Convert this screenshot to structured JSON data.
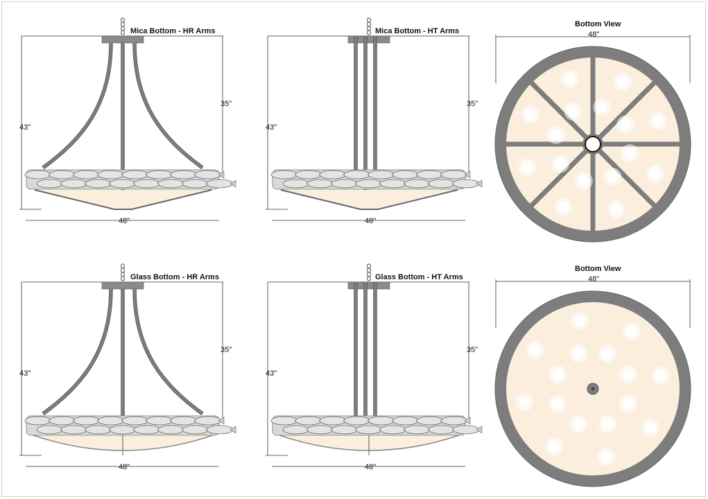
{
  "panels": [
    {
      "title": "Mica Bottom - HR Arms",
      "height_total": "43\"",
      "height_body": "35\"",
      "width": "48\"",
      "arms": "HR",
      "bottom": "mica"
    },
    {
      "title": "Mica Bottom - HT Arms",
      "height_total": "43\"",
      "height_body": "35\"",
      "width": "48\"",
      "arms": "HT",
      "bottom": "mica"
    },
    {
      "title": "Glass Bottom - HR Arms",
      "height_total": "43\"",
      "height_body": "35\"",
      "width": "48\"",
      "arms": "HR",
      "bottom": "glass"
    },
    {
      "title": "Glass Bottom - HT Arms",
      "height_total": "43\"",
      "height_body": "35\"",
      "width": "48\"",
      "arms": "HT",
      "bottom": "glass"
    }
  ],
  "bottom_views": [
    {
      "title": "Bottom View",
      "width": "48\"",
      "type": "mica"
    },
    {
      "title": "Bottom View",
      "width": "48\"",
      "type": "glass"
    }
  ],
  "colors": {
    "metal": "#7d7d7d",
    "shade": "#fbeedd",
    "bulb": "#ffffff",
    "border": "#cfcfcf"
  }
}
